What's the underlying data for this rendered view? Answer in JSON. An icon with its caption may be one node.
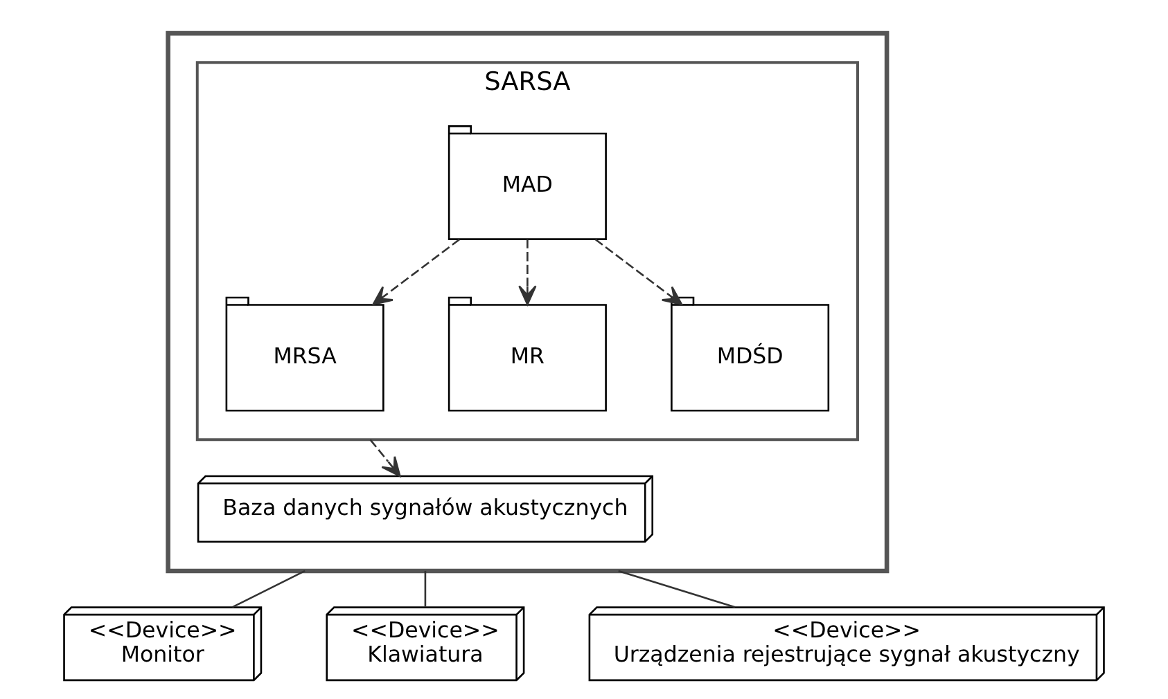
{
  "diagram": {
    "nodes": [
      {
        "text": [],
        "shape": "box"
      },
      {
        "text": [
          "Baza danych sygnałów akustycznych"
        ],
        "in": 0
      },
      {
        "text": [
          "SARSA"
        ],
        "in": 0
      },
      {
        "text": [
          "MRSA"
        ],
        "in": 2
      },
      {
        "text": [
          "MR"
        ],
        "in": 2
      },
      {
        "text": [
          "MDŚD"
        ],
        "in": 2
      },
      {
        "text": [
          "MAD"
        ],
        "in": 2
      },
      {
        "text": [
          "<<Device>>",
          "Monitor"
        ]
      },
      {
        "text": [
          "<<Device>>",
          "Klawiatura"
        ]
      },
      {
        "text": [
          "<<Device>>",
          "Urządzenia rejestrujące sygnał akustyczny"
        ]
      }
    ],
    "edges": [
      {
        "from": 2,
        "to": 1,
        "arrow": "to",
        "style": "dashed"
      },
      {
        "from": 6,
        "to": 3,
        "arrow": "to",
        "style": "dashed"
      },
      {
        "from": 6,
        "to": 4,
        "arrow": "to",
        "style": "dashed"
      },
      {
        "from": 6,
        "to": 5,
        "arrow": "to",
        "style": "dashed"
      },
      {
        "from": 0,
        "to": 7,
        "arrow": "none"
      },
      {
        "from": 0,
        "to": 8,
        "arrow": "none"
      },
      {
        "from": 0,
        "to": 9,
        "arrow": "none"
      }
    ]
  }
}
